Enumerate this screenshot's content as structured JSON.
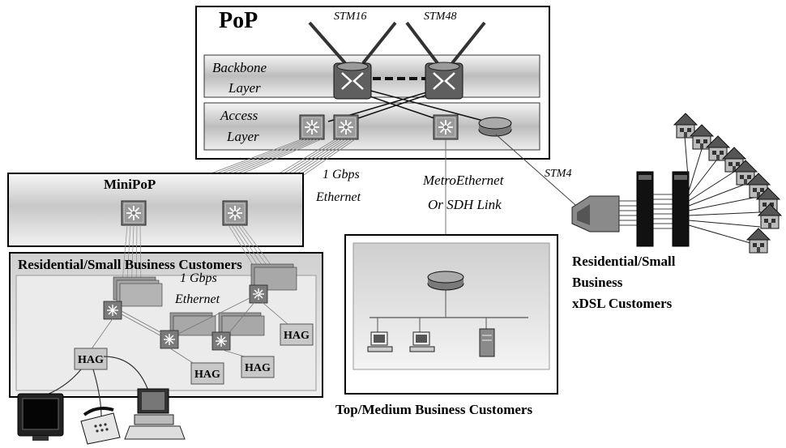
{
  "pop": {
    "title": "PoP",
    "stm16": "STM16",
    "stm48": "STM48",
    "backbone_1": "Backbone",
    "backbone_2": "Layer",
    "access_1": "Access",
    "access_2": "Layer"
  },
  "minipop": {
    "title": "MiniPoP"
  },
  "links": {
    "gbps_eth_1a": "1 Gbps",
    "gbps_eth_1b": "Ethernet",
    "gbps_eth_2a": "1 Gbps",
    "gbps_eth_2b": "Ethernet",
    "metro_1": "MetroEthernet",
    "metro_2": "Or SDH Link",
    "stm4": "STM4"
  },
  "residential": {
    "title": "Residential/Small Business Customers",
    "hag": "HAG"
  },
  "topmedium": {
    "caption": "Top/Medium Business Customers"
  },
  "xdsl": {
    "line1": "Residential/Small",
    "line2": "Business",
    "line3": "xDSL Customers"
  },
  "colors": {
    "panel_dark": "#8c8c8c",
    "panel_light": "#e6e6e6",
    "device": "#6e6e6e"
  },
  "icons": [
    "router-icon",
    "switch-icon",
    "house-icon",
    "dslam-icon",
    "pc-icon",
    "server-icon",
    "tv-icon",
    "phone-icon",
    "hag-box"
  ]
}
